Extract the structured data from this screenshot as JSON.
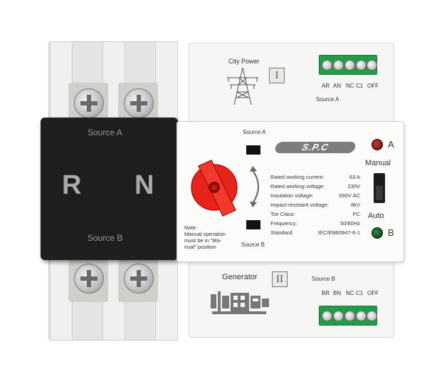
{
  "cover": {
    "source_a": "Source A",
    "source_b": "Source B",
    "letter_r": "R",
    "letter_n": "N"
  },
  "top_module": {
    "title": "City Power",
    "roman": "I",
    "terminal_labels": [
      "AR",
      "AN",
      "NC",
      "C1",
      "OFF"
    ],
    "source_label": "Source A"
  },
  "bottom_module": {
    "title": "Generator",
    "roman": "II",
    "terminal_labels": [
      "BR",
      "BN",
      "NC",
      "C1",
      "OFF"
    ],
    "source_label": "Source B"
  },
  "front_panel": {
    "slot_a_label": "Source A",
    "slot_b_label": "Source B",
    "brand": "S.P.C",
    "led_a_label": "A",
    "led_b_label": "B",
    "manual_label": "Manual",
    "auto_label": "Auto",
    "note": [
      "Note:",
      "Manual operation",
      "must be in \"Ma-",
      "nual\" position"
    ],
    "specs": [
      {
        "label": "Rated working current:",
        "value": "63 A"
      },
      {
        "label": "Rated working voltage:",
        "value": "230V"
      },
      {
        "label": "Insulation voltage:",
        "value": "690V AC"
      },
      {
        "label": "Impact-resistant voltage:",
        "value": "8kV"
      },
      {
        "label": "Tse Class:",
        "value": "PC"
      },
      {
        "label": "Frequency:",
        "value": "50/60Hz"
      },
      {
        "label": "Standard:",
        "value": "IEC/EN60947-6-1"
      }
    ]
  },
  "colors": {
    "handle": "#e8231b",
    "led_a": "#8b0e0e",
    "led_b": "#0d4a1a",
    "terminal": "#1f9e47",
    "cover": "#1e1e1e"
  }
}
